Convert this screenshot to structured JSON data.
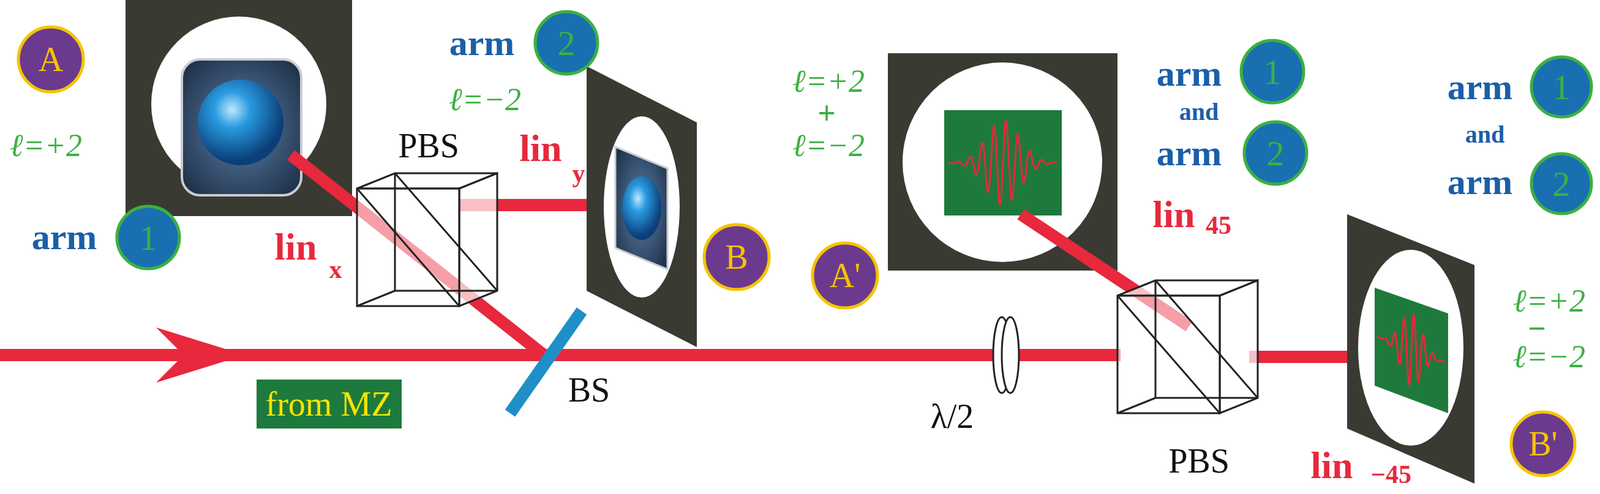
{
  "diagram": {
    "nodes": [
      {
        "text": [
          "A"
        ]
      },
      {
        "text": [
          "2"
        ]
      },
      {
        "text": [
          "1"
        ]
      },
      {
        "text": [
          "B"
        ]
      },
      {
        "text": [
          "from MZ"
        ]
      },
      {
        "text": [
          "A'"
        ]
      },
      {
        "text": [
          "1"
        ]
      },
      {
        "text": [
          "2"
        ]
      },
      {
        "text": [
          "1"
        ]
      },
      {
        "text": [
          "2"
        ]
      },
      {
        "text": [
          "B'"
        ]
      }
    ],
    "labels": [
      "ℓ=+2",
      "arm",
      "ℓ=−2",
      "PBS",
      "lin",
      "x",
      "lin",
      "y",
      "arm",
      "BS",
      "λ/2",
      "ℓ=+2",
      "+",
      "ℓ=−2",
      "arm",
      "and",
      "arm",
      "lin",
      "45",
      "PBS",
      "arm",
      "and",
      "arm",
      "ℓ=+2",
      "−",
      "ℓ=−2",
      "lin",
      "−45"
    ]
  }
}
